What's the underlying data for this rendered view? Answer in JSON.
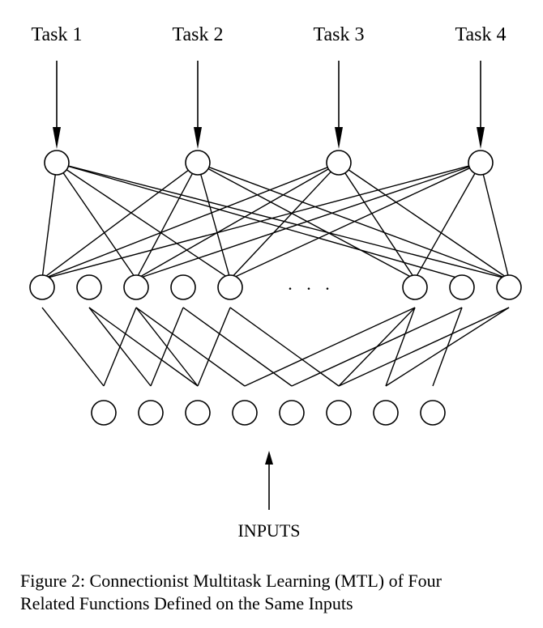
{
  "diagram": {
    "tasks": [
      "Task 1",
      "Task 2",
      "Task 3",
      "Task 4"
    ],
    "inputs_label": "INPUTS",
    "hidden_ellipsis": ". . .",
    "caption_lines": [
      "Figure 2:  Connectionist Multitask Learning (MTL) of Four",
      "Related Functions Defined on the Same Inputs"
    ]
  }
}
